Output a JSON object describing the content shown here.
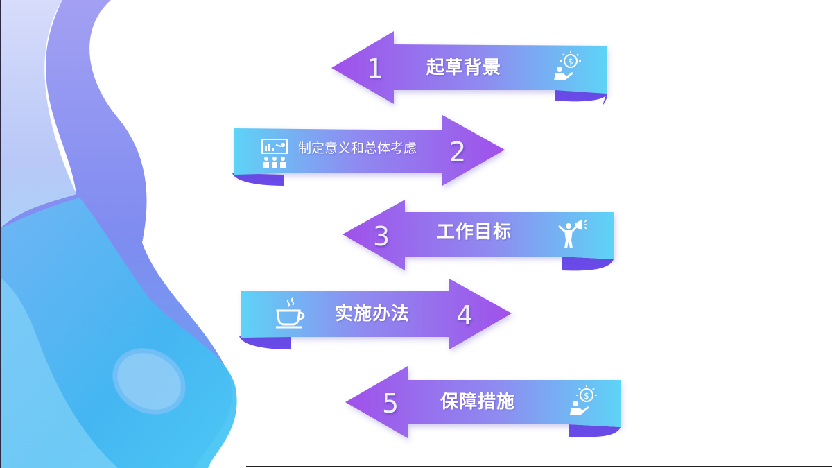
{
  "colors": {
    "purple": "#9b4dea",
    "violet": "#8a7ef0",
    "cyan": "#5fd0f5",
    "band_shadow": "#6a4ae8",
    "wave_light": "#cbd2f8",
    "wave_mid": "#8f93f2",
    "wave_blue": "#4db4f2"
  },
  "items": [
    {
      "number": "1",
      "label": "起草背景",
      "icon": "idea-money-person-icon",
      "direction": "left"
    },
    {
      "number": "2",
      "label": "制定意义和总体考虑",
      "icon": "presentation-audience-icon",
      "direction": "right"
    },
    {
      "number": "3",
      "label": "工作目标",
      "icon": "megaphone-person-icon",
      "direction": "left"
    },
    {
      "number": "4",
      "label": "实施办法",
      "icon": "coffee-cup-icon",
      "direction": "right"
    },
    {
      "number": "5",
      "label": "保障措施",
      "icon": "idea-money-person-icon",
      "direction": "left"
    }
  ]
}
